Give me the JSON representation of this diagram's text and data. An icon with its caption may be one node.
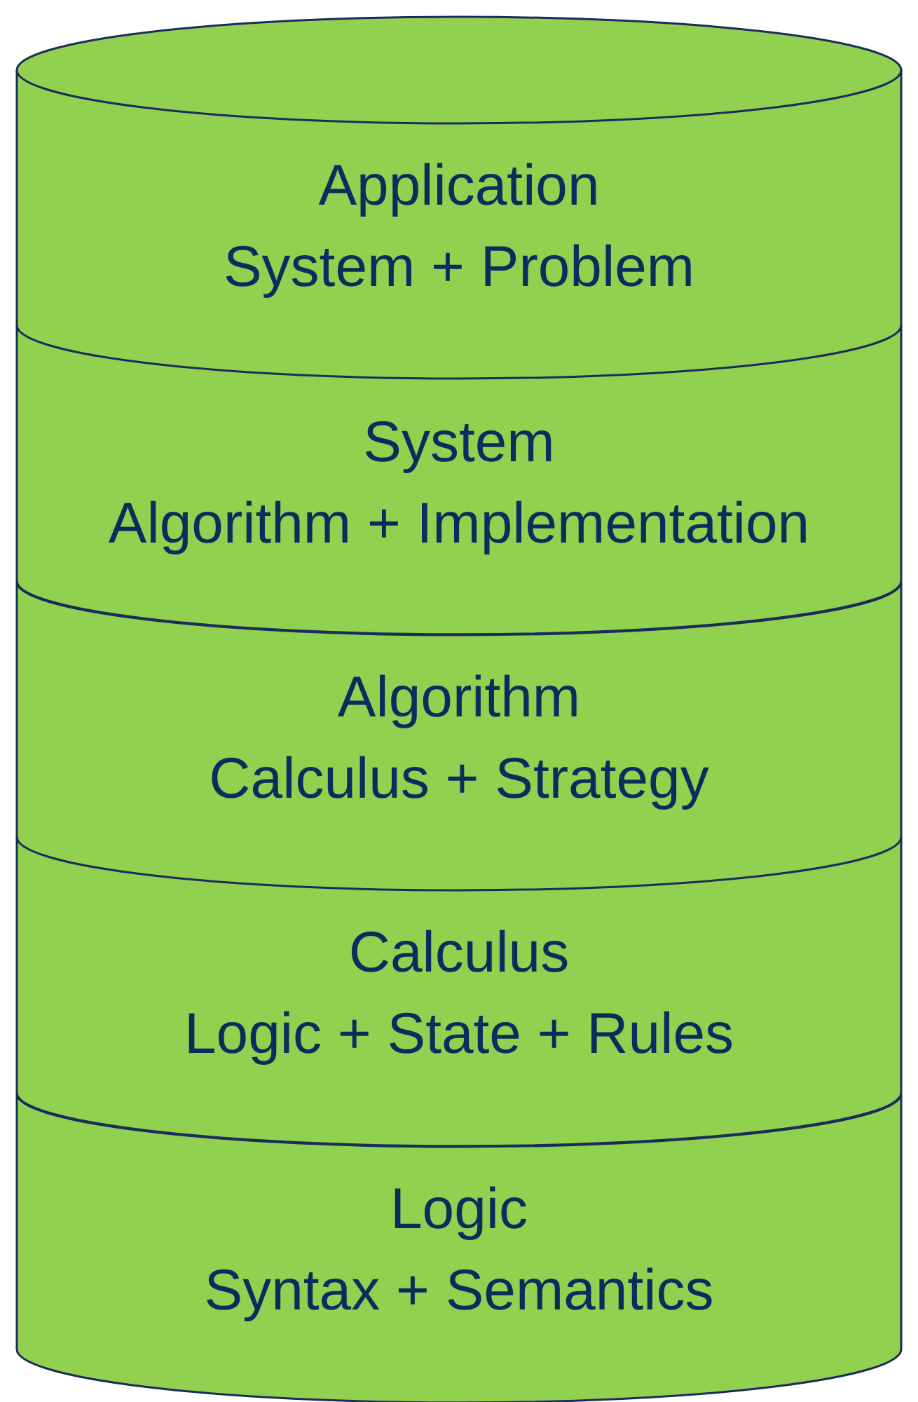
{
  "diagram": {
    "nodes": [
      {
        "text": [
          "Application",
          "System + Problem"
        ]
      },
      {
        "text": [
          "System",
          "Algorithm + Implementation"
        ]
      },
      {
        "text": [
          "Algorithm",
          "Calculus + Strategy"
        ]
      },
      {
        "text": [
          "Calculus",
          "Logic + State + Rules"
        ]
      },
      {
        "text": [
          "Logic",
          "Syntax + Semantics"
        ]
      }
    ]
  }
}
